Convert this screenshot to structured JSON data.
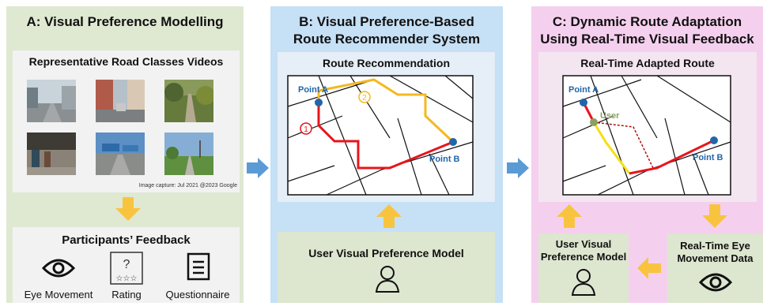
{
  "panelA": {
    "title": "A: Visual Preference Modelling",
    "videos_title": "Representative Road Classes Videos",
    "caption": "Image capture: Jul 2021 @2023 Google",
    "feedback_title": "Participants’ Feedback",
    "feedback_items": [
      "Eye Movement",
      "Rating",
      "Questionnaire"
    ]
  },
  "panelB": {
    "title_line1": "B: Visual Preference-Based",
    "title_line2": "Route Recommender System",
    "map_title": "Route Recommendation",
    "point_a": "Point A",
    "point_b": "Point B",
    "route1": "1",
    "route2": "2",
    "model_title": "User Visual Preference Model"
  },
  "panelC": {
    "title_line1": "C: Dynamic Route Adaptation",
    "title_line2": "Using Real-Time Visual Feedback",
    "map_title": "Real-Time Adapted Route",
    "point_a": "Point A",
    "point_b": "Point B",
    "user": "User",
    "model_line1": "User Visual",
    "model_line2": "Preference Model",
    "eye_line1": "Real-Time Eye",
    "eye_line2": "Movement Data"
  },
  "colors": {
    "red_route": "#e8141c",
    "yellow_route": "#f5b820",
    "arrow_yellow": "#f8c440",
    "arrow_blue": "#5b9bd5",
    "point_blue": "#2266aa"
  }
}
